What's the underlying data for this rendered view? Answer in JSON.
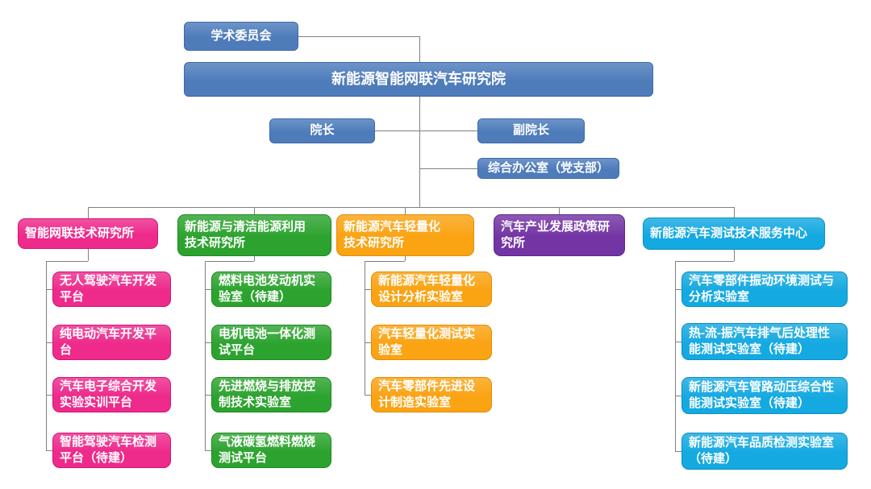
{
  "org": {
    "academic_committee": "学术委员会",
    "root": "新能源智能网联汽车研究院",
    "dean": "院长",
    "vice_dean": "副院长",
    "general_office": "综合办公室（党支部）",
    "departments": [
      {
        "label": "智能网联技术研究所",
        "color": "#EE2A8B",
        "children": [
          "无人驾驶汽车开发\n平台",
          "纯电动汽车开发平\n台",
          "汽车电子综合开发\n实验实训平台",
          "智能驾驶汽车检测\n平台（待建）"
        ]
      },
      {
        "label": "新能源与清洁能源利用\n技术研究所",
        "color": "#2DA32F",
        "children": [
          "燃料电池发动机实\n验室（待建）",
          "电机电池一体化测\n试平台",
          "先进燃烧与排放控\n制技术实验室",
          "气液碳氢燃料燃烧\n测试平台"
        ]
      },
      {
        "label": "新能源汽车轻量化\n技术研究所",
        "color": "#FAA313",
        "children": [
          "新能源汽车轻量化\n设计分析实验室",
          "汽车轻量化测试实\n验室",
          "汽车零部件先进设\n计制造实验室"
        ]
      },
      {
        "label": "汽车产业发展政策研\n究所",
        "color": "#7334A4",
        "children": []
      },
      {
        "label": "新能源汽车测试技术服务中心",
        "color": "#15A9E1",
        "children": [
          "汽车零部件振动环境测试与\n分析实验室",
          "热-流-振汽车排气后处理性\n能测试实验室（待建）",
          "新能源汽车管路动压综合性\n能测试实验室（待建）",
          "新能源汽车品质检测实验室\n（待建）"
        ]
      }
    ]
  },
  "colors": {
    "management_blue": "#4E7CBB",
    "connector_gray": "#808080",
    "background": "#FFFFFF",
    "dept_pink": "#EE2A8B",
    "dept_green": "#2DA32F",
    "dept_orange": "#FAA313",
    "dept_purple": "#7334A4",
    "dept_cyan": "#15A9E1"
  }
}
